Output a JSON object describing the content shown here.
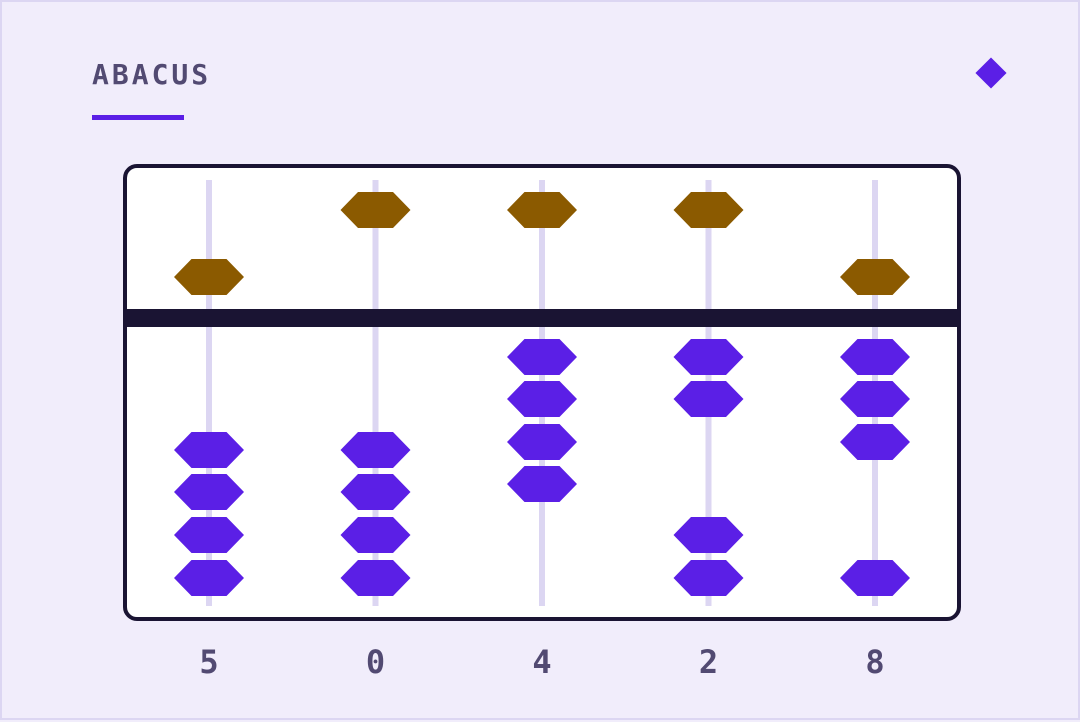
{
  "header": {
    "title": "ABACUS"
  },
  "colors": {
    "accent": "#5b1fe6",
    "heaven_bead": "#8b5a00",
    "earth_bead": "#5b1fe6",
    "frame": "#1a1433",
    "rod": "#dcd6f2",
    "label": "#524a72"
  },
  "abacus": {
    "rods": [
      {
        "digit": "5",
        "heaven_active": true,
        "earth_active": 0
      },
      {
        "digit": "0",
        "heaven_active": false,
        "earth_active": 0
      },
      {
        "digit": "4",
        "heaven_active": false,
        "earth_active": 4
      },
      {
        "digit": "2",
        "heaven_active": false,
        "earth_active": 2
      },
      {
        "digit": "8",
        "heaven_active": true,
        "earth_active": 3
      }
    ]
  }
}
